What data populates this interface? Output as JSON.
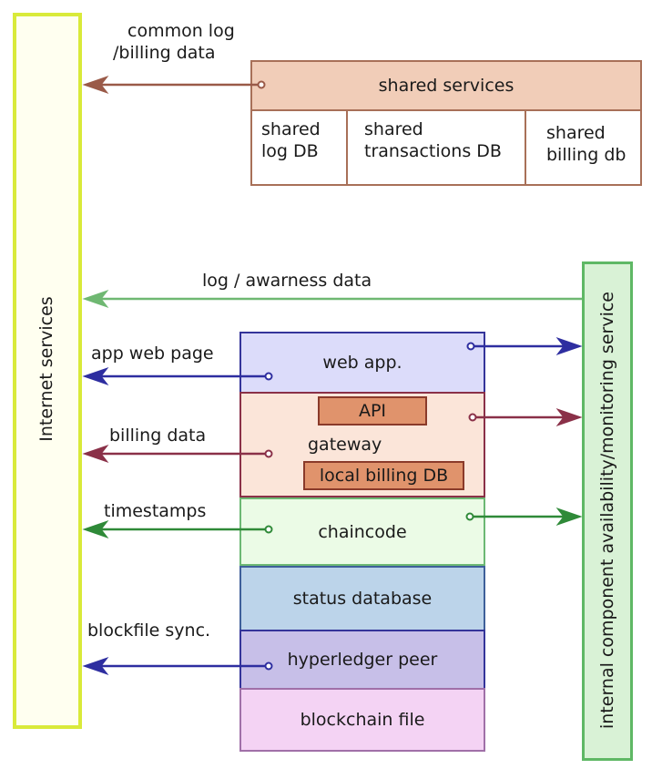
{
  "internet_services": {
    "label": "Internet services"
  },
  "monitoring_service": {
    "label": "internal component availability/monitoring service"
  },
  "shared_services": {
    "title": "shared services",
    "dbs": [
      {
        "line1": "shared",
        "line2": "log DB"
      },
      {
        "line1": "shared",
        "line2": "transactions DB"
      },
      {
        "line1": "shared",
        "line2": "billing db"
      }
    ]
  },
  "stack": {
    "web_app": "web app.",
    "api": "API",
    "gateway": "gateway",
    "local_billing_db": "local billing DB",
    "chaincode": "chaincode",
    "status_database": "status database",
    "hyperledger_peer": "hyperledger peer",
    "blockchain_file": "blockchain file"
  },
  "flows": {
    "common_log_line1": "common log",
    "common_log_line2": "/billing data",
    "log_awareness": "log / awarness data",
    "app_web_page": "app web page",
    "billing_data": "billing data",
    "timestamps": "timestamps",
    "blockfile_sync": "blockfile sync."
  },
  "colors": {
    "internet_border": "#d9ea3a",
    "monitoring_border": "#5fb865",
    "shared_fill": "#f1cdb8",
    "web_fill": "#dcdcfa",
    "gateway_fill": "#fbe5d9",
    "chaincode_fill": "#ebfbe6",
    "status_fill": "#bcd4ea",
    "peer_fill": "#c7bfe8",
    "blockchain_fill": "#f4d3f4"
  }
}
